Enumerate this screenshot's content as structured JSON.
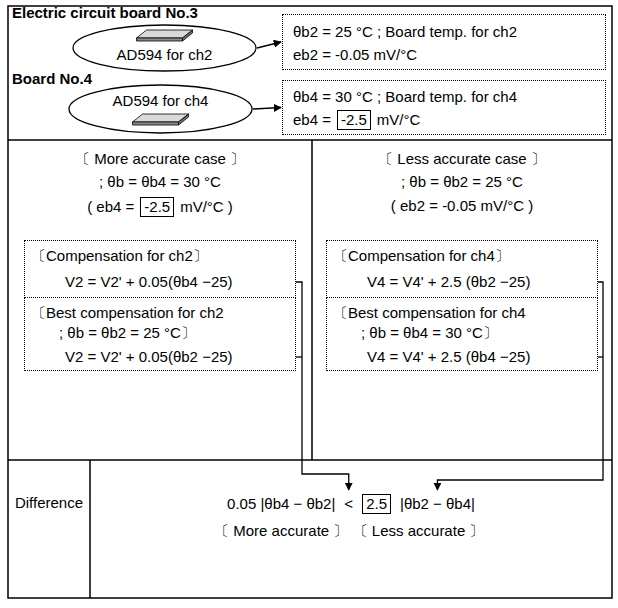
{
  "diagram": {
    "nodes": [
      {
        "text": [
          "AD594 for ch2"
        ]
      },
      {
        "text": [
          "θb2 = 25 °C ; Board temp. for ch2",
          "eb2 = -0.05 mV/°C"
        ]
      },
      {
        "text": [
          "AD594 for ch4"
        ]
      },
      {
        "text": [
          "θb4 = 30 °C ; Board temp. for ch4",
          "eb4 =",
          "mV/°C"
        ]
      },
      {
        "text": [
          "-2.5"
        ],
        "in": 3
      },
      {
        "text": [
          "-2.5"
        ]
      },
      {
        "text": [
          "〔Compensation for ch2〕",
          "V2 = V2' + 0.05(θb4 −25)"
        ]
      },
      {
        "text": [
          "〔Best compensation for ch2",
          "; θb = θb2 = 25 °C〕",
          "V2 = V2' + 0.05(θb2 −25)"
        ]
      },
      {
        "text": [
          "〔Compensation for ch4〕",
          "V4 = V4' + 2.5 (θb2 −25)"
        ]
      },
      {
        "text": [
          "〔Best compensation for ch4",
          "; θb = θb4 = 30 °C〕",
          "V4 = V4' + 2.5 (θb4 −25)"
        ]
      },
      {
        "text": [
          "2.5"
        ]
      }
    ],
    "edges": [
      {
        "from": 0,
        "to": 1,
        "arrow": "to"
      },
      {
        "from": 2,
        "to": 3,
        "arrow": "to"
      }
    ],
    "labels": [
      "Electric circuit board No.3",
      "Board No.4",
      "〔 More accurate case 〕",
      "; θb = θb4 = 30 °C",
      "( eb4 =",
      "mV/°C )",
      "〔 Less accurate case 〕",
      "; θb = θb2 = 25 °C",
      "( eb2 = -0.05 mV/°C )",
      "Difference",
      "0.05 |θb4 − θb2|",
      "<",
      "|θb2 − θb4|",
      "〔 More accurate 〕",
      "〔 Less accurate 〕"
    ]
  }
}
